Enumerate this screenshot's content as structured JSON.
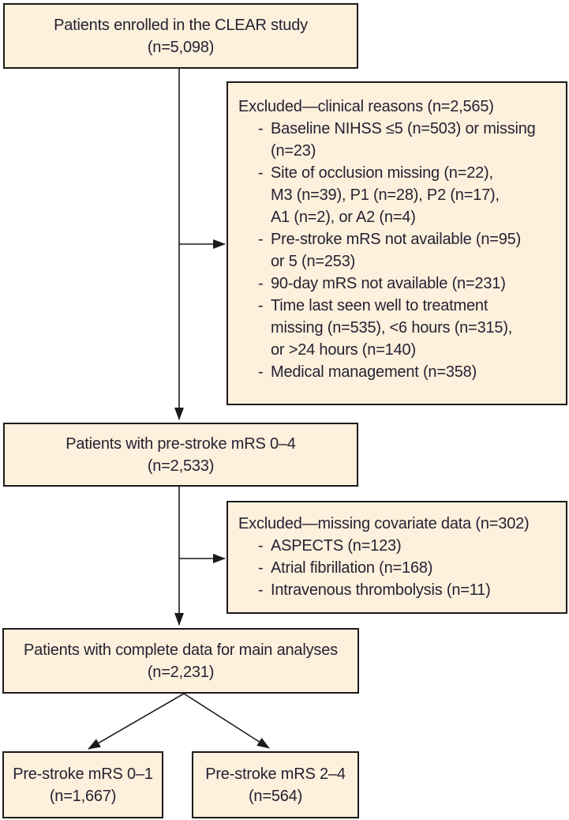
{
  "palette": {
    "box_fill": "#fdf0dc",
    "box_border": "#1d1b1a",
    "text": "#262233",
    "arrow": "#1d1b1a"
  },
  "bullet_char": "-",
  "boxes": {
    "enrolled": {
      "label": "Patients enrolled in the CLEAR study",
      "n": "(n=5,098)"
    },
    "prestroke04": {
      "label": "Patients with pre-stroke mRS 0–4",
      "n": "(n=2,533)"
    },
    "complete": {
      "label": "Patients with complete data for main analyses",
      "n": "(n=2,231)"
    },
    "mrs01": {
      "label": "Pre-stroke mRS 0–1",
      "n": "(n=1,667)"
    },
    "mrs24": {
      "label": "Pre-stroke mRS 2–4",
      "n": "(n=564)"
    }
  },
  "exclusions": [
    {
      "title": "Excluded—clinical reasons (n=2,565)",
      "items": [
        {
          "text": "Baseline NIHSS ≤5 (n=503) or missing\n(n=23)"
        },
        {
          "text": "Site of occlusion missing (n=22),\nM3 (n=39), P1 (n=28), P2 (n=17),\nA1 (n=2), or A2 (n=4)"
        },
        {
          "text": "Pre-stroke mRS not available (n=95)\nor 5 (n=253)"
        },
        {
          "text": "90-day mRS not available (n=231)"
        },
        {
          "text": "Time last seen well to treatment\nmissing (n=535), <6 hours (n=315),\nor >24 hours (n=140)"
        },
        {
          "text": "Medical management (n=358)"
        }
      ]
    },
    {
      "title": "Excluded—missing covariate data (n=302)",
      "items": [
        {
          "text": "ASPECTS (n=123)"
        },
        {
          "text": "Atrial fibrillation (n=168)"
        },
        {
          "text": "Intravenous thrombolysis (n=11)"
        }
      ]
    }
  ]
}
